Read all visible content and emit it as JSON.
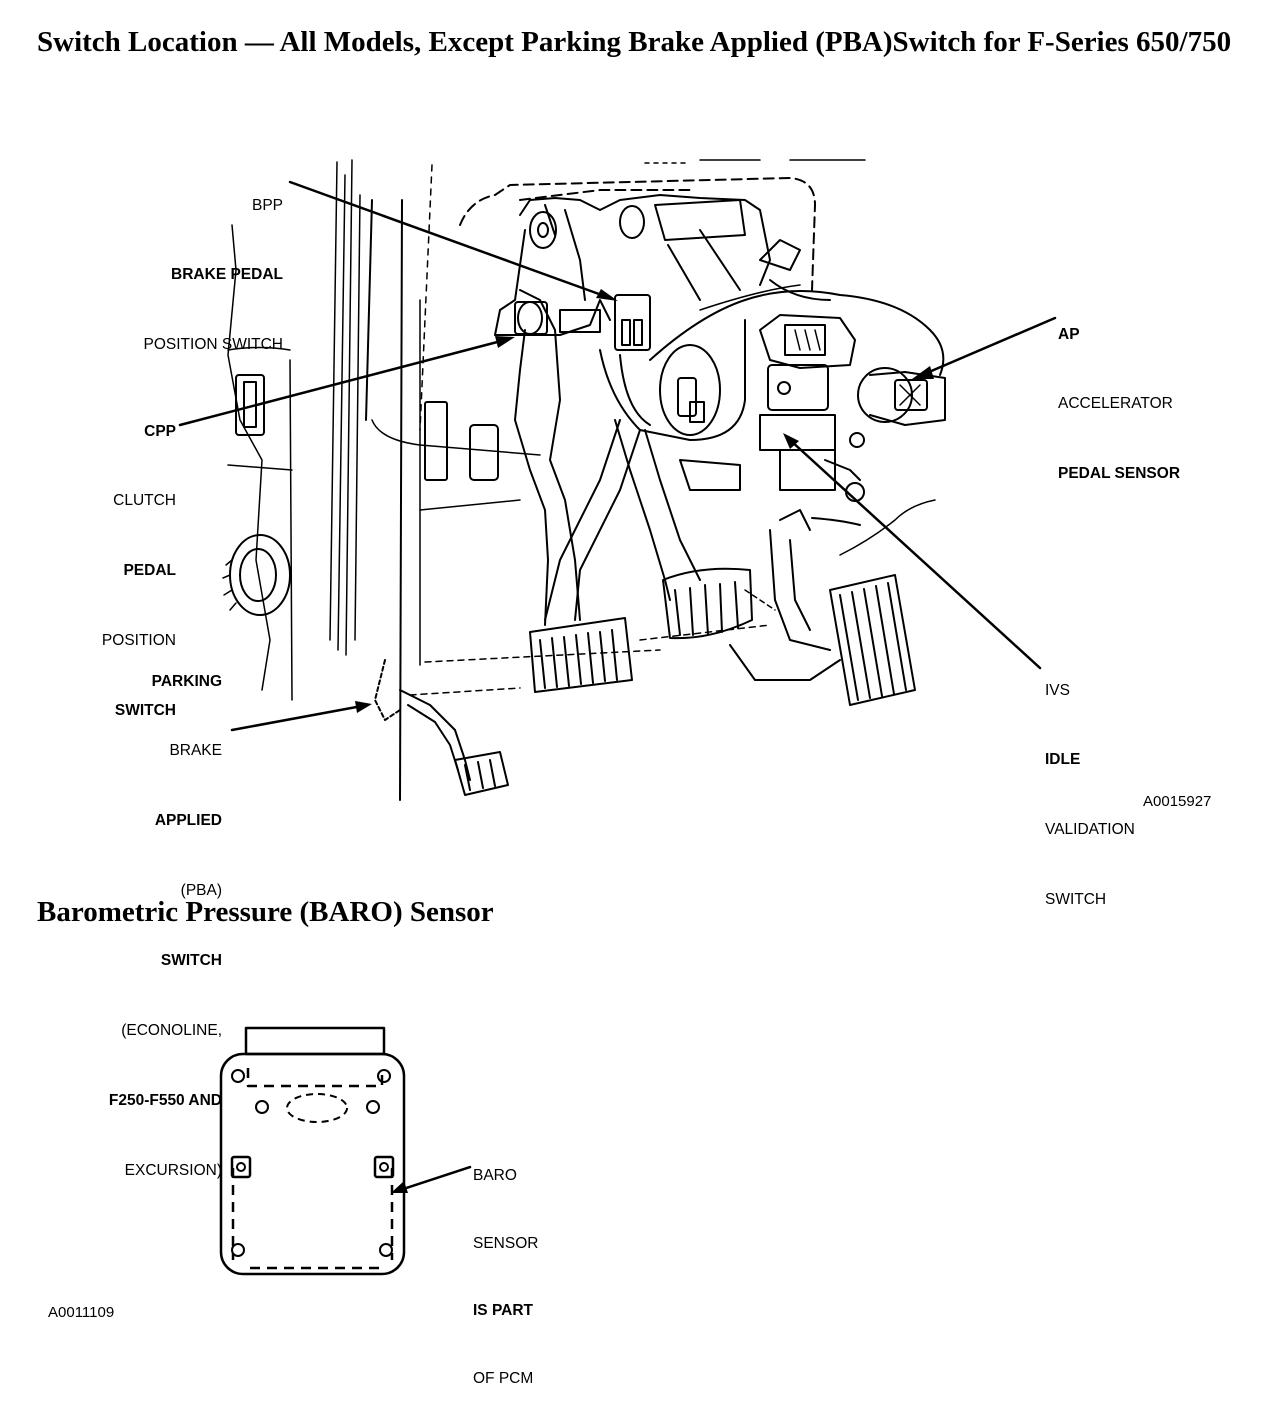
{
  "headings": {
    "switch_location": "Switch Location — All Models, Except Parking Brake Applied (PBA)Switch for F-Series 650/750",
    "baro": "Barometric Pressure (BARO) Sensor"
  },
  "labels": {
    "bpp": [
      "BPP",
      "BRAKE PEDAL",
      "POSITION SWITCH"
    ],
    "ap": [
      "AP",
      "ACCELERATOR",
      "PEDAL SENSOR"
    ],
    "cpp": [
      "CPP",
      "CLUTCH",
      "PEDAL",
      "POSITION",
      "SWITCH"
    ],
    "pba": [
      "PARKING",
      "BRAKE",
      "APPLIED",
      "(PBA)",
      "SWITCH",
      "(ECONOLINE,",
      "F250-F550 AND",
      "EXCURSION)"
    ],
    "ivs": [
      "IVS",
      "IDLE",
      "VALIDATION",
      "SWITCH"
    ],
    "baro": [
      "BARO",
      "SENSOR",
      "IS PART",
      "OF PCM"
    ]
  },
  "figure_refs": {
    "pedal_figure": "A0015927",
    "baro_figure": "A0011109"
  }
}
